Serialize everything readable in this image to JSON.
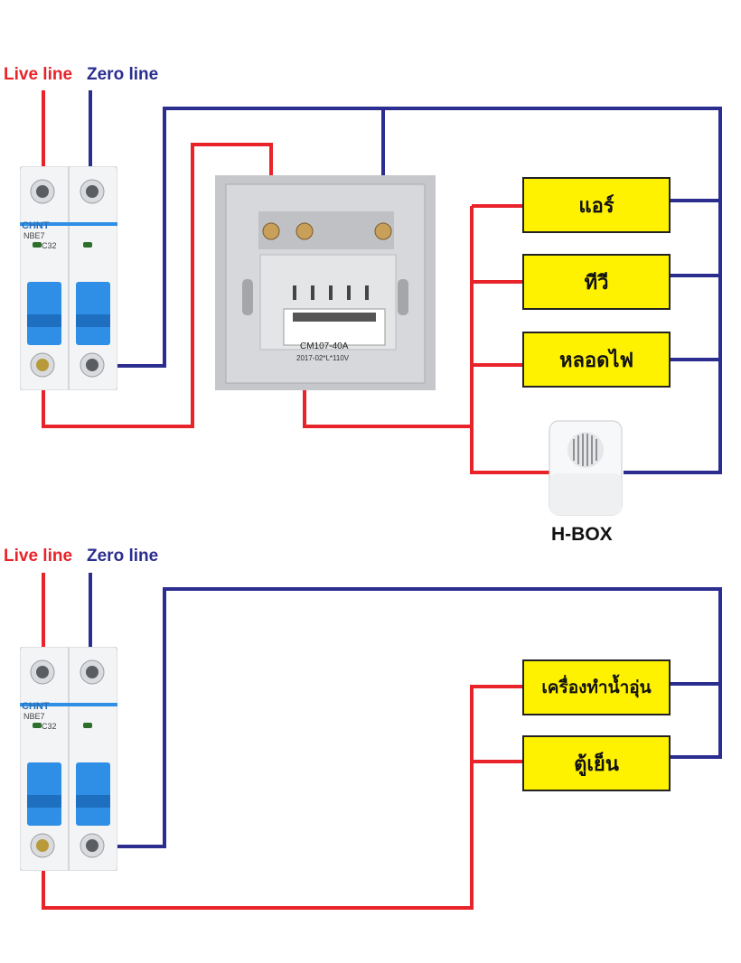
{
  "colors": {
    "live": "#e8232a",
    "zero": "#2b2e8f",
    "box_fill": "#fff200",
    "breaker_blue": "#2f8fe6"
  },
  "top_diagram": {
    "live_label": "Live line",
    "zero_label": "Zero line",
    "breaker": {
      "brand": "CHNT",
      "model": "NBE7",
      "rating": "C32"
    },
    "switch_panel": {
      "sticker_model": "CM107-40A",
      "sticker_spec": "2017-02*L*110V"
    },
    "loads": [
      "แอร์",
      "ทีวี",
      "หลอดไฟ"
    ],
    "hbox_label": "H-BOX"
  },
  "bottom_diagram": {
    "live_label": "Live line",
    "zero_label": "Zero line",
    "breaker": {
      "brand": "CHNT",
      "model": "NBE7",
      "rating": "C32"
    },
    "loads": [
      "เครื่องทำน้ำอุ่น",
      "ตู้เย็น"
    ]
  }
}
